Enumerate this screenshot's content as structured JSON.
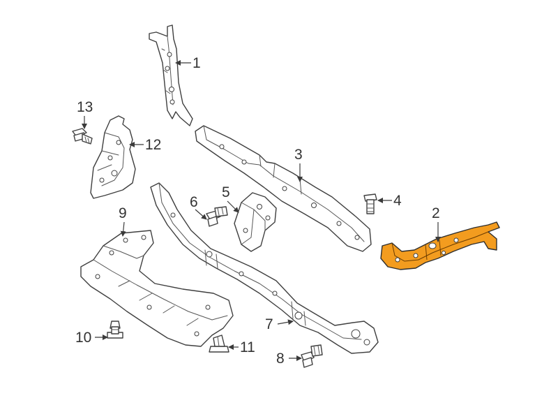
{
  "callouts": {
    "c1": "1",
    "c2": "2",
    "c3": "3",
    "c4": "4",
    "c5": "5",
    "c6": "6",
    "c7": "7",
    "c8": "8",
    "c9": "9",
    "c10": "10",
    "c11": "11",
    "c12": "12",
    "c13": "13"
  },
  "colors": {
    "highlight": "#f39c1f",
    "line": "#3f3f3f",
    "background": "#ffffff"
  }
}
